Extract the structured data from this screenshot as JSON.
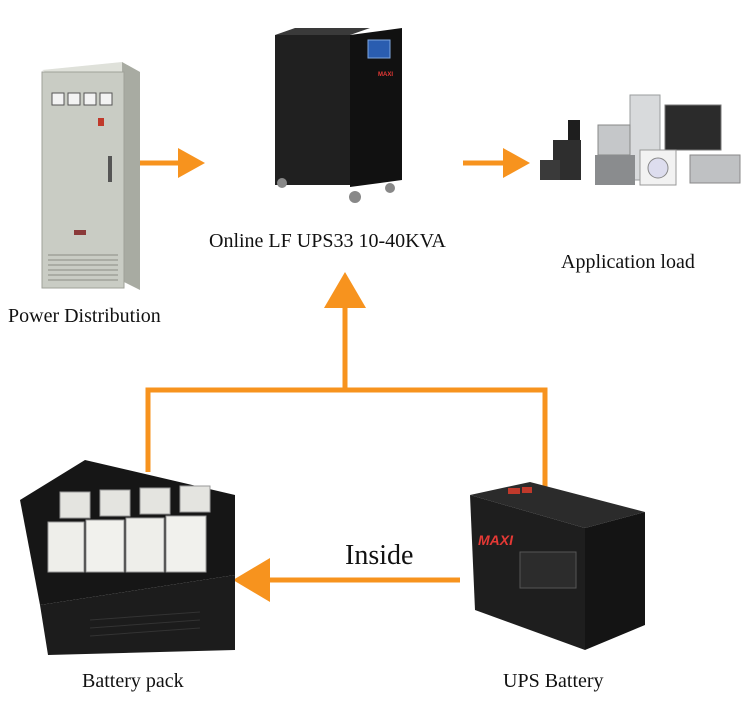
{
  "labels": {
    "power_distribution": "Power Distribution",
    "ups": "Online LF UPS33 10-40KVA",
    "application_load": "Application load",
    "battery_pack": "Battery pack",
    "ups_battery": "UPS Battery",
    "inside": "Inside"
  },
  "brand": {
    "ups_logo": "MAXI",
    "battery_logo": "MAXI"
  },
  "colors": {
    "arrow": "#F7931E",
    "cabinet": "#C9CCC4",
    "ups_body": "#1A1A1A",
    "battery_body": "#1E1E1E"
  }
}
